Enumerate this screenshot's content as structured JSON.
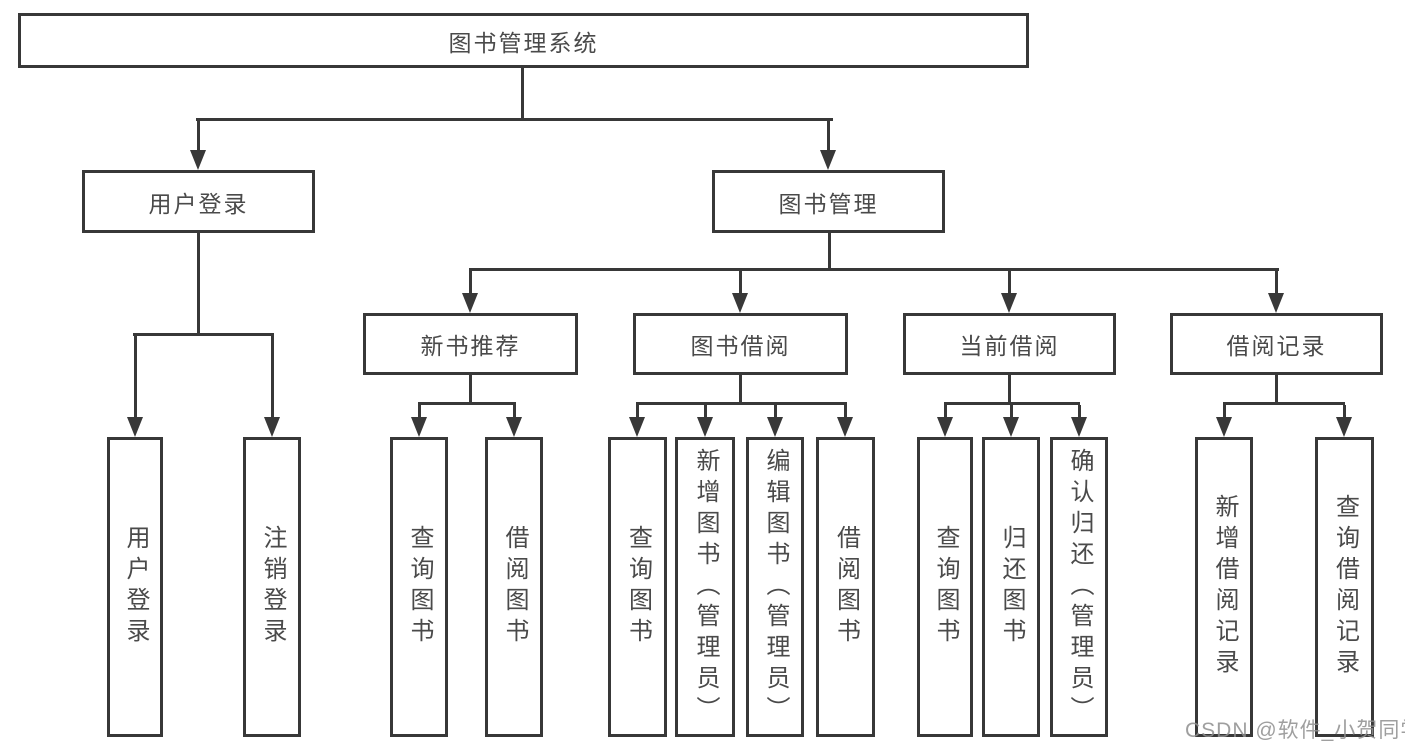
{
  "colors": {
    "line": "#383838",
    "text": "#4a4a4a",
    "background": "#ffffff",
    "watermark": "#8f8f8f"
  },
  "watermark": "CSDN @软件_小贺同学",
  "diagram": {
    "root": {
      "label": "图书管理系统"
    },
    "branches": [
      {
        "label": "用户登录",
        "children": [
          {
            "label": "用户登录"
          },
          {
            "label": "注销登录"
          }
        ]
      },
      {
        "label": "图书管理",
        "children": [
          {
            "label": "新书推荐",
            "children": [
              {
                "label": "查询图书"
              },
              {
                "label": "借阅图书"
              }
            ]
          },
          {
            "label": "图书借阅",
            "children": [
              {
                "label": "查询图书"
              },
              {
                "label": "新增图书（管理员）"
              },
              {
                "label": "编辑图书（管理员）"
              },
              {
                "label": "借阅图书"
              }
            ]
          },
          {
            "label": "当前借阅",
            "children": [
              {
                "label": "查询图书"
              },
              {
                "label": "归还图书"
              },
              {
                "label": "确认归还（管理员）"
              }
            ]
          },
          {
            "label": "借阅记录",
            "children": [
              {
                "label": "新增借阅记录"
              },
              {
                "label": "查询借阅记录"
              }
            ]
          }
        ]
      }
    ]
  }
}
